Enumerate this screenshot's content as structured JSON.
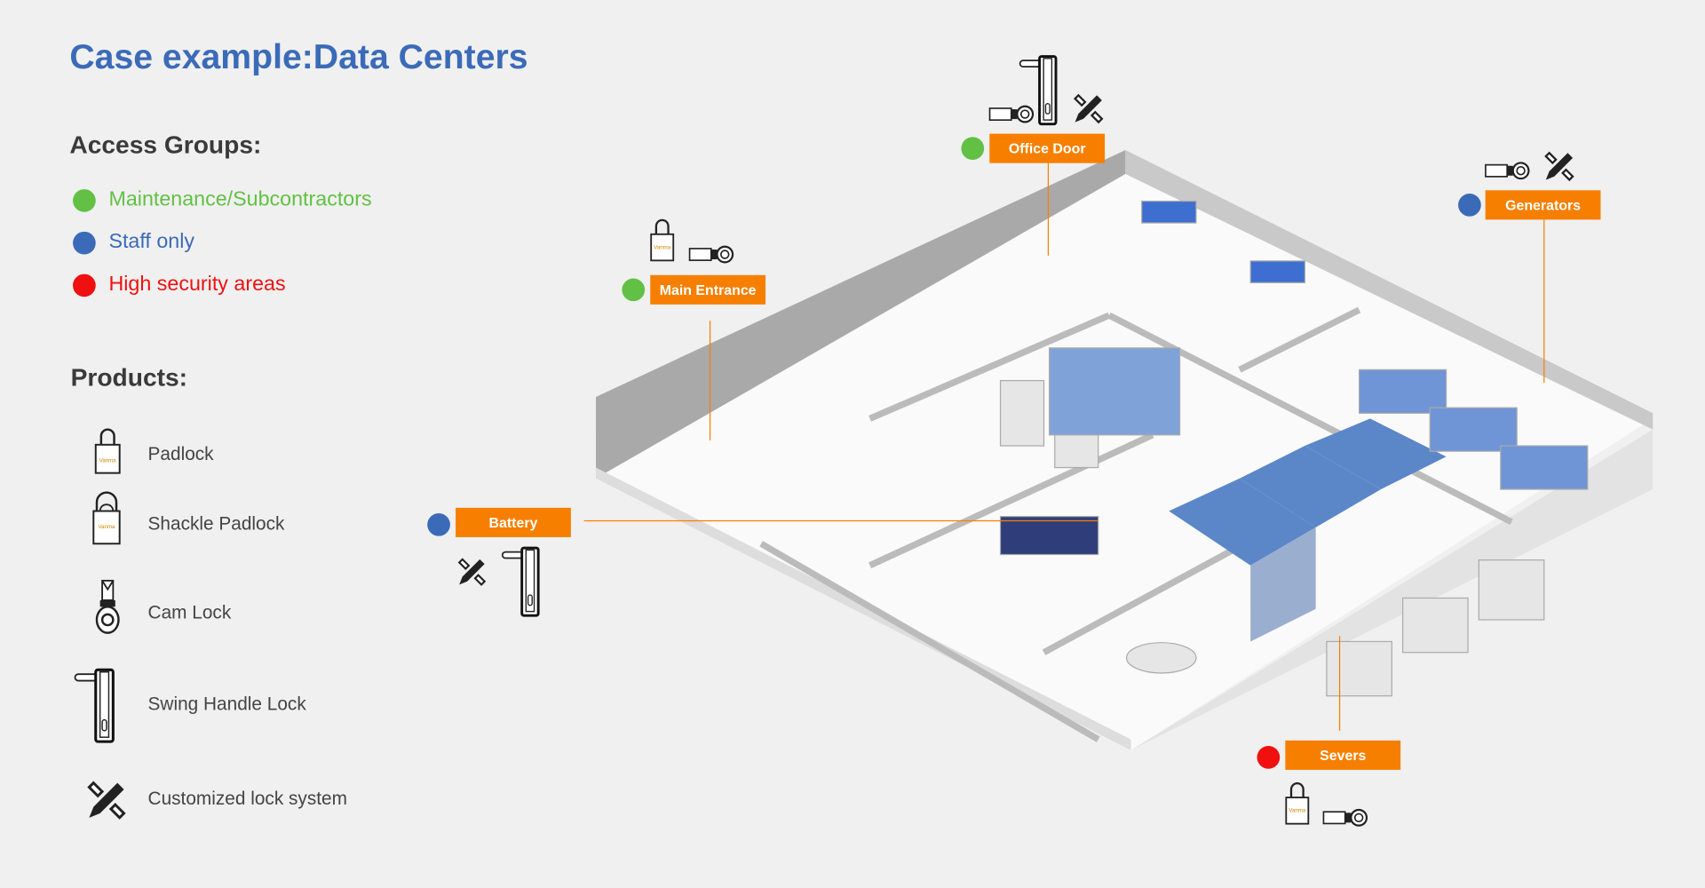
{
  "title": "Case example:Data Centers",
  "access_groups": {
    "heading": "Access Groups:",
    "items": [
      {
        "label": "Maintenance/Subcontractors",
        "color": "#62c045"
      },
      {
        "label": "Staff only",
        "color": "#3b6bb8"
      },
      {
        "label": "High security areas",
        "color": "#f01010"
      }
    ]
  },
  "products": {
    "heading": "Products:",
    "items": [
      {
        "label": "Padlock",
        "icon": "padlock-icon"
      },
      {
        "label": "Shackle Padlock",
        "icon": "shackle-padlock-icon"
      },
      {
        "label": "Cam Lock",
        "icon": "cam-lock-icon"
      },
      {
        "label": "Swing Handle Lock",
        "icon": "swing-handle-lock-icon"
      },
      {
        "label": "Customized lock system",
        "icon": "custom-lock-icon"
      }
    ],
    "brand_mark": "Vanma"
  },
  "areas": [
    {
      "label": "Office Door",
      "group": "Maintenance/Subcontractors"
    },
    {
      "label": "Generators",
      "group": "Staff only"
    },
    {
      "label": "Main Entrance",
      "group": "Maintenance/Subcontractors"
    },
    {
      "label": "Battery",
      "group": "Staff only"
    },
    {
      "label": "Severs",
      "group": "High security areas"
    }
  ],
  "colors": {
    "accent": "#f77f00",
    "title": "#3b6bb8",
    "green": "#62c045",
    "blue": "#3b6bb8",
    "red": "#f01010"
  }
}
